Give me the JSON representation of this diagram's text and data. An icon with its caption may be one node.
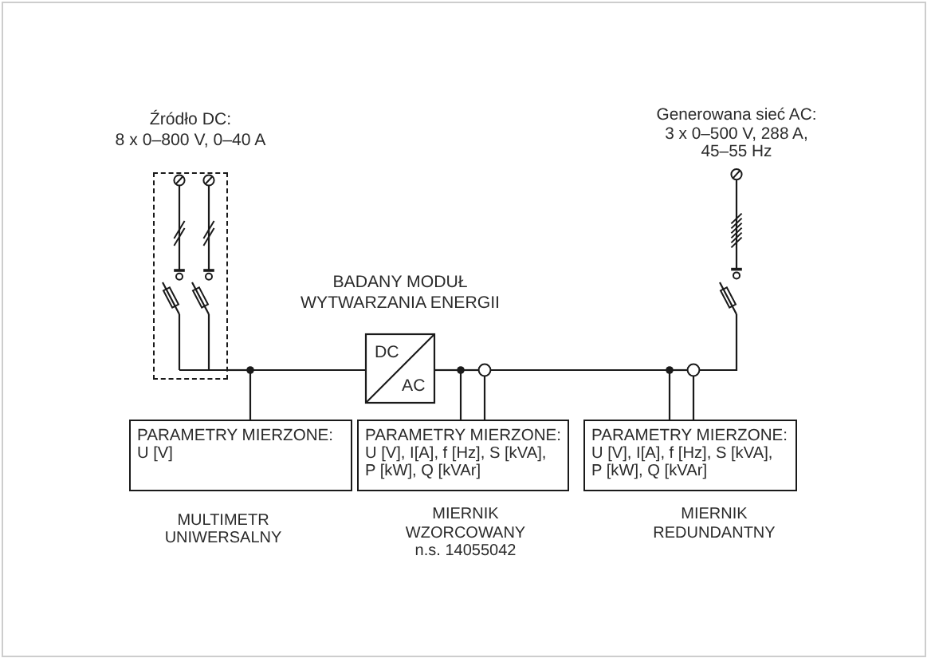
{
  "diagram": {
    "nodes": [
      {
        "text": [
          "Źródło DC:",
          "8 x 0–800 V, 0–40 A"
        ]
      },
      {
        "text": [
          "DC",
          "AC"
        ],
        "beside": [
          "BADANY MODUŁ WYTWARZANIA ENERGII"
        ]
      },
      {
        "text": [
          "Generowana sieć AC:",
          "3 x 0–500 V, 288 A, 45–55 Hz"
        ]
      },
      {
        "text": [
          "PARAMETRY MIERZONE:",
          "U [V]"
        ],
        "beside": [
          "MULTIMETR UNIWERSALNY"
        ]
      },
      {
        "text": [
          "PARAMETRY MIERZONE:",
          "U [V], I[A], f [Hz], S [kVA], P [kW], Q [kVAr]"
        ],
        "beside": [
          "MIERNIK WZORCOWANY n.s. 14055042"
        ]
      },
      {
        "text": [
          "PARAMETRY MIERZONE:",
          "U [V], I[A], f [Hz], S [kVA], P [kW], Q [kVAr]"
        ],
        "beside": [
          "MIERNIK REDUNDANTNY"
        ]
      }
    ],
    "edges": [
      {
        "from": 0,
        "to": 1,
        "arrow": "none"
      },
      {
        "from": 0,
        "to": 3,
        "arrow": "none"
      },
      {
        "from": 1,
        "to": 2,
        "arrow": "none"
      },
      {
        "from": 1,
        "to": 4,
        "arrow": "none"
      },
      {
        "from": 1,
        "to": 4,
        "arrow": "none"
      },
      {
        "from": 2,
        "to": 5,
        "arrow": "none"
      },
      {
        "from": 2,
        "to": 5,
        "arrow": "none"
      }
    ]
  }
}
